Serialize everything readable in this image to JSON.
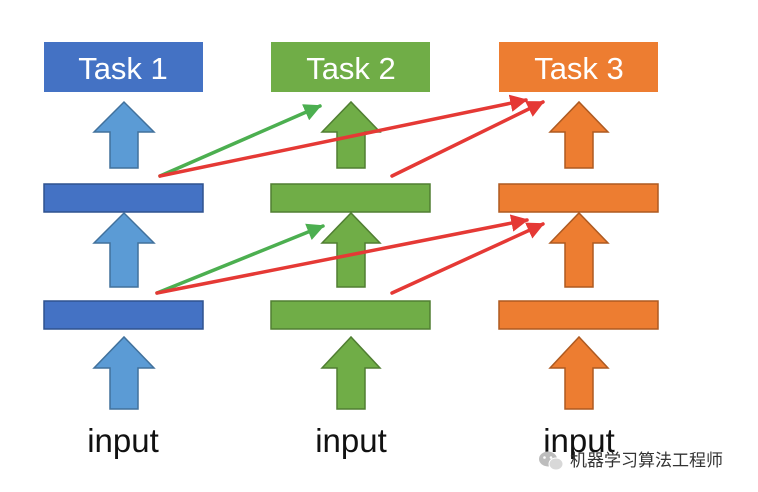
{
  "columns": [
    {
      "task_label": "Task 1",
      "input_label": "input",
      "fill": "#4472C4",
      "stroke": "#2F528F",
      "arrow_fill": "#5B9BD5",
      "arrow_stroke": "#41719C"
    },
    {
      "task_label": "Task 2",
      "input_label": "input",
      "fill": "#70AD47",
      "stroke": "#507E32",
      "arrow_fill": "#70AD47",
      "arrow_stroke": "#507E32"
    },
    {
      "task_label": "Task 3",
      "input_label": "input",
      "fill": "#ED7D31",
      "stroke": "#AE5A21",
      "arrow_fill": "#ED7D31",
      "arrow_stroke": "#AE5A21"
    }
  ],
  "connection_colors": {
    "same_level": "#4CAF50",
    "cross_level": "#E53935"
  },
  "watermark": {
    "text": "机器学习算法工程师",
    "icon": "wechat-icon"
  }
}
